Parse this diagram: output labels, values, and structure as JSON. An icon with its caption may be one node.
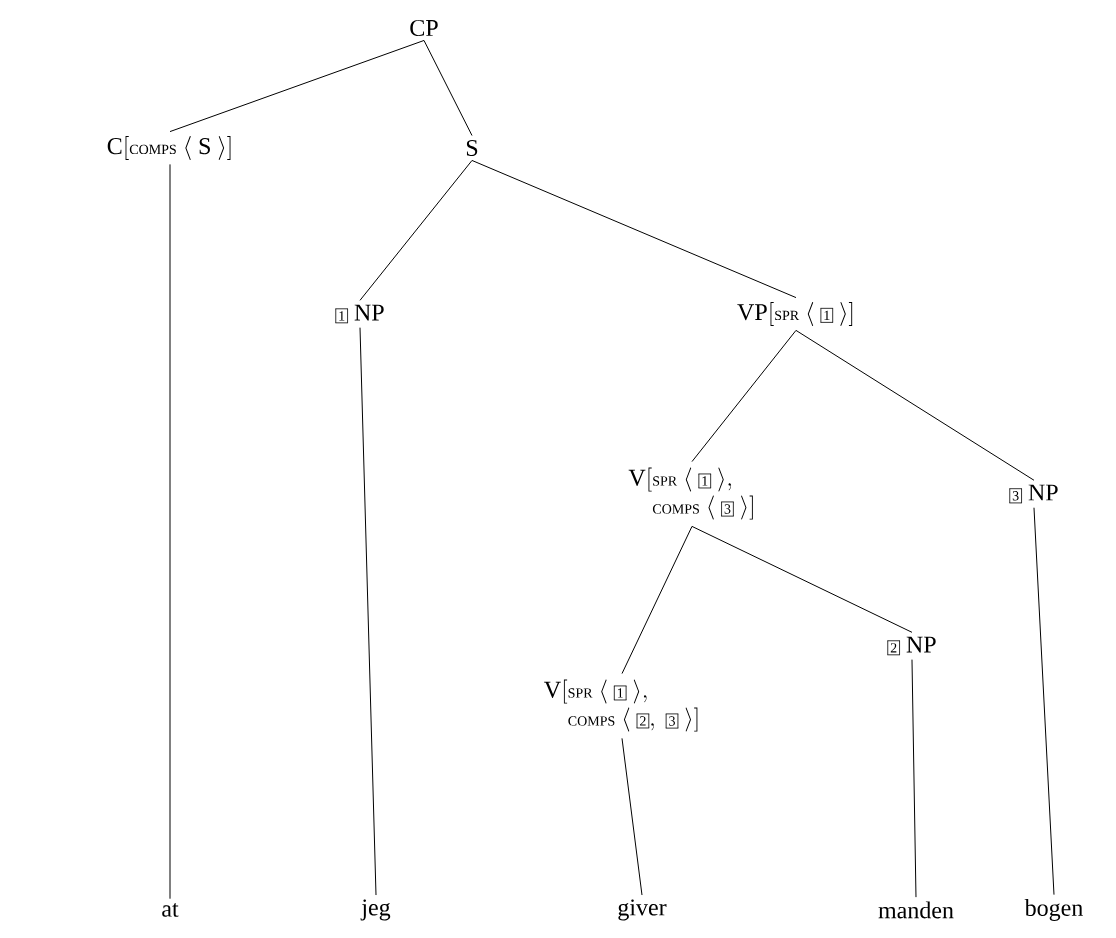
{
  "diagram": {
    "nodes": [
      {
        "text": [
          "\\mathrm{CP}"
        ]
      },
      {
        "text": [
          "\\mathrm{C}[\\mbox{\\scriptsize COMPS}\\ \\langle\\ \\mathrm{S}\\ \\rangle]"
        ]
      },
      {
        "text": [
          "\\mathrm{S}"
        ]
      },
      {
        "text": [
          "\\fbox{\\scriptsize 1}\\ \\mathrm{NP}"
        ]
      },
      {
        "text": [
          "\\mathrm{VP}[\\mbox{\\scriptsize SPR}\\ \\langle\\ \\fbox{\\scriptsize 1}\\ \\rangle]"
        ]
      },
      {
        "text": [
          "\\begin{array}{l}\\mathrm{V}[\\mbox{\\scriptsize SPR}\\ \\langle\\ \\fbox{\\scriptsize 1}\\ \\rangle,\\\\ \\quad\\mbox{\\scriptsize COMPS}\\ \\langle\\ \\fbox{\\scriptsize 3}\\ \\rangle]\\end{array}"
        ]
      },
      {
        "text": [
          "\\fbox{\\scriptsize 3}\\ \\mathrm{NP}"
        ]
      },
      {
        "text": [
          "\\begin{array}{l}\\mathrm{V}[\\mbox{\\scriptsize SPR}\\ \\langle\\ \\fbox{\\scriptsize 1}\\ \\rangle,\\\\ \\quad\\mbox{\\scriptsize COMPS}\\ \\langle\\ \\fbox{\\scriptsize 2},\\ \\fbox{\\scriptsize 3}\\ \\rangle]\\end{array}"
        ]
      },
      {
        "text": [
          "\\fbox{\\scriptsize 2}\\ \\mathrm{NP}"
        ]
      },
      {
        "text": [
          "at"
        ]
      },
      {
        "text": [
          "jeg"
        ]
      },
      {
        "text": [
          "giver"
        ]
      },
      {
        "text": [
          "manden"
        ]
      },
      {
        "text": [
          "bogen"
        ]
      }
    ],
    "edges": [
      {
        "from": 0,
        "to": 1,
        "arrow": "none"
      },
      {
        "from": 0,
        "to": 2,
        "arrow": "none"
      },
      {
        "from": 2,
        "to": 3,
        "arrow": "none"
      },
      {
        "from": 2,
        "to": 4,
        "arrow": "none"
      },
      {
        "from": 4,
        "to": 5,
        "arrow": "none"
      },
      {
        "from": 4,
        "to": 6,
        "arrow": "none"
      },
      {
        "from": 5,
        "to": 7,
        "arrow": "none"
      },
      {
        "from": 5,
        "to": 8,
        "arrow": "none"
      },
      {
        "from": 1,
        "to": 9,
        "arrow": "none"
      },
      {
        "from": 3,
        "to": 10,
        "arrow": "none"
      },
      {
        "from": 7,
        "to": 11,
        "arrow": "none"
      },
      {
        "from": 8,
        "to": 12,
        "arrow": "none"
      },
      {
        "from": 6,
        "to": 13,
        "arrow": "none"
      }
    ]
  }
}
